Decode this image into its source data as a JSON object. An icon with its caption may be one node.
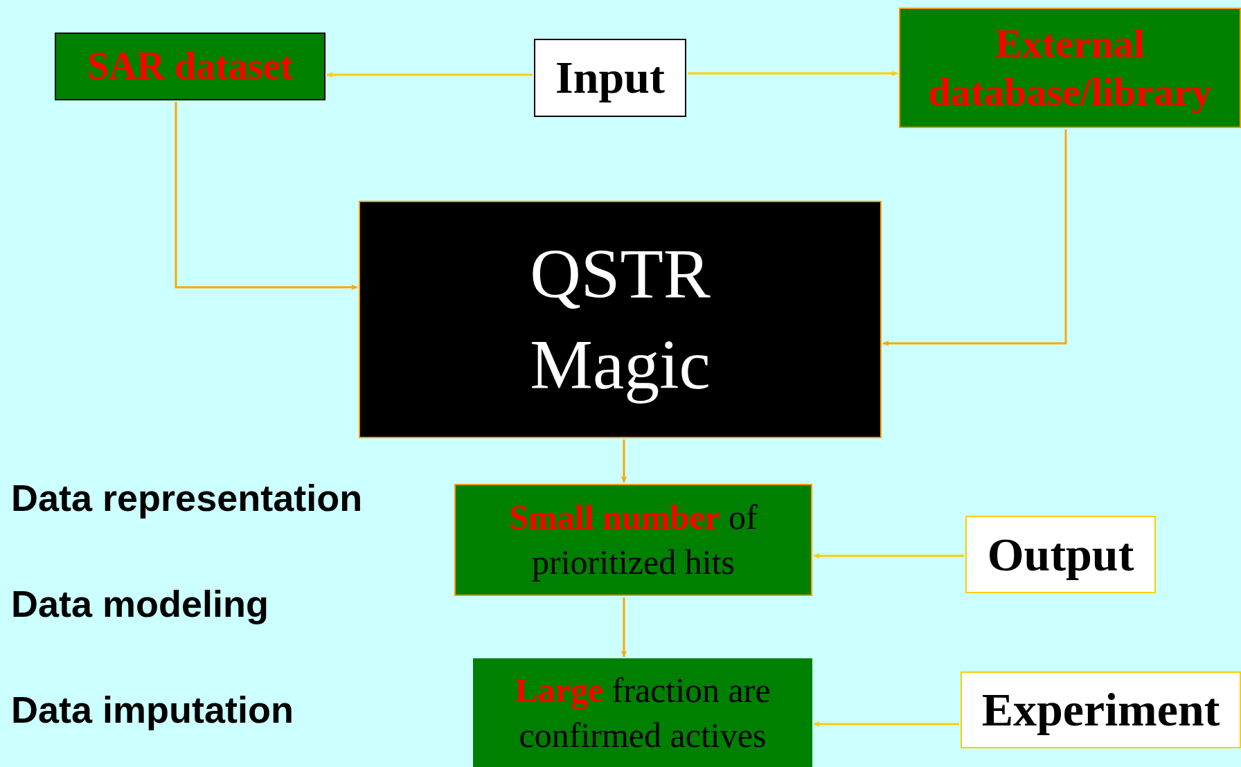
{
  "diagram": {
    "nodes": [
      {
        "text": [
          "SAR dataset"
        ]
      },
      {
        "text": [
          "Input"
        ]
      },
      {
        "text": [
          "External database/library"
        ]
      },
      {
        "text": [
          "QSTR Magic"
        ]
      },
      {
        "text": [
          "**Small number** of prioritized hits"
        ]
      },
      {
        "text": [
          "Output"
        ]
      },
      {
        "text": [
          "**Large** fraction are confirmed actives"
        ]
      },
      {
        "text": [
          "Experiment"
        ]
      }
    ],
    "edges": [
      {
        "from": 1,
        "to": 0,
        "arrow": "to"
      },
      {
        "from": 1,
        "to": 2,
        "arrow": "to"
      },
      {
        "from": 0,
        "to": 3,
        "arrow": "to",
        "color": "#ffa500"
      },
      {
        "from": 2,
        "to": 3,
        "arrow": "to",
        "color": "#ffa500"
      },
      {
        "from": 3,
        "to": 4,
        "arrow": "to",
        "color": "#ffa500"
      },
      {
        "from": 5,
        "to": 4,
        "arrow": "to"
      },
      {
        "from": 4,
        "to": 6,
        "arrow": "to",
        "color": "#ffa500"
      },
      {
        "from": 7,
        "to": 6,
        "arrow": "to"
      }
    ],
    "labels": [
      "Data representation",
      "Data modeling",
      "Data imputation"
    ]
  }
}
